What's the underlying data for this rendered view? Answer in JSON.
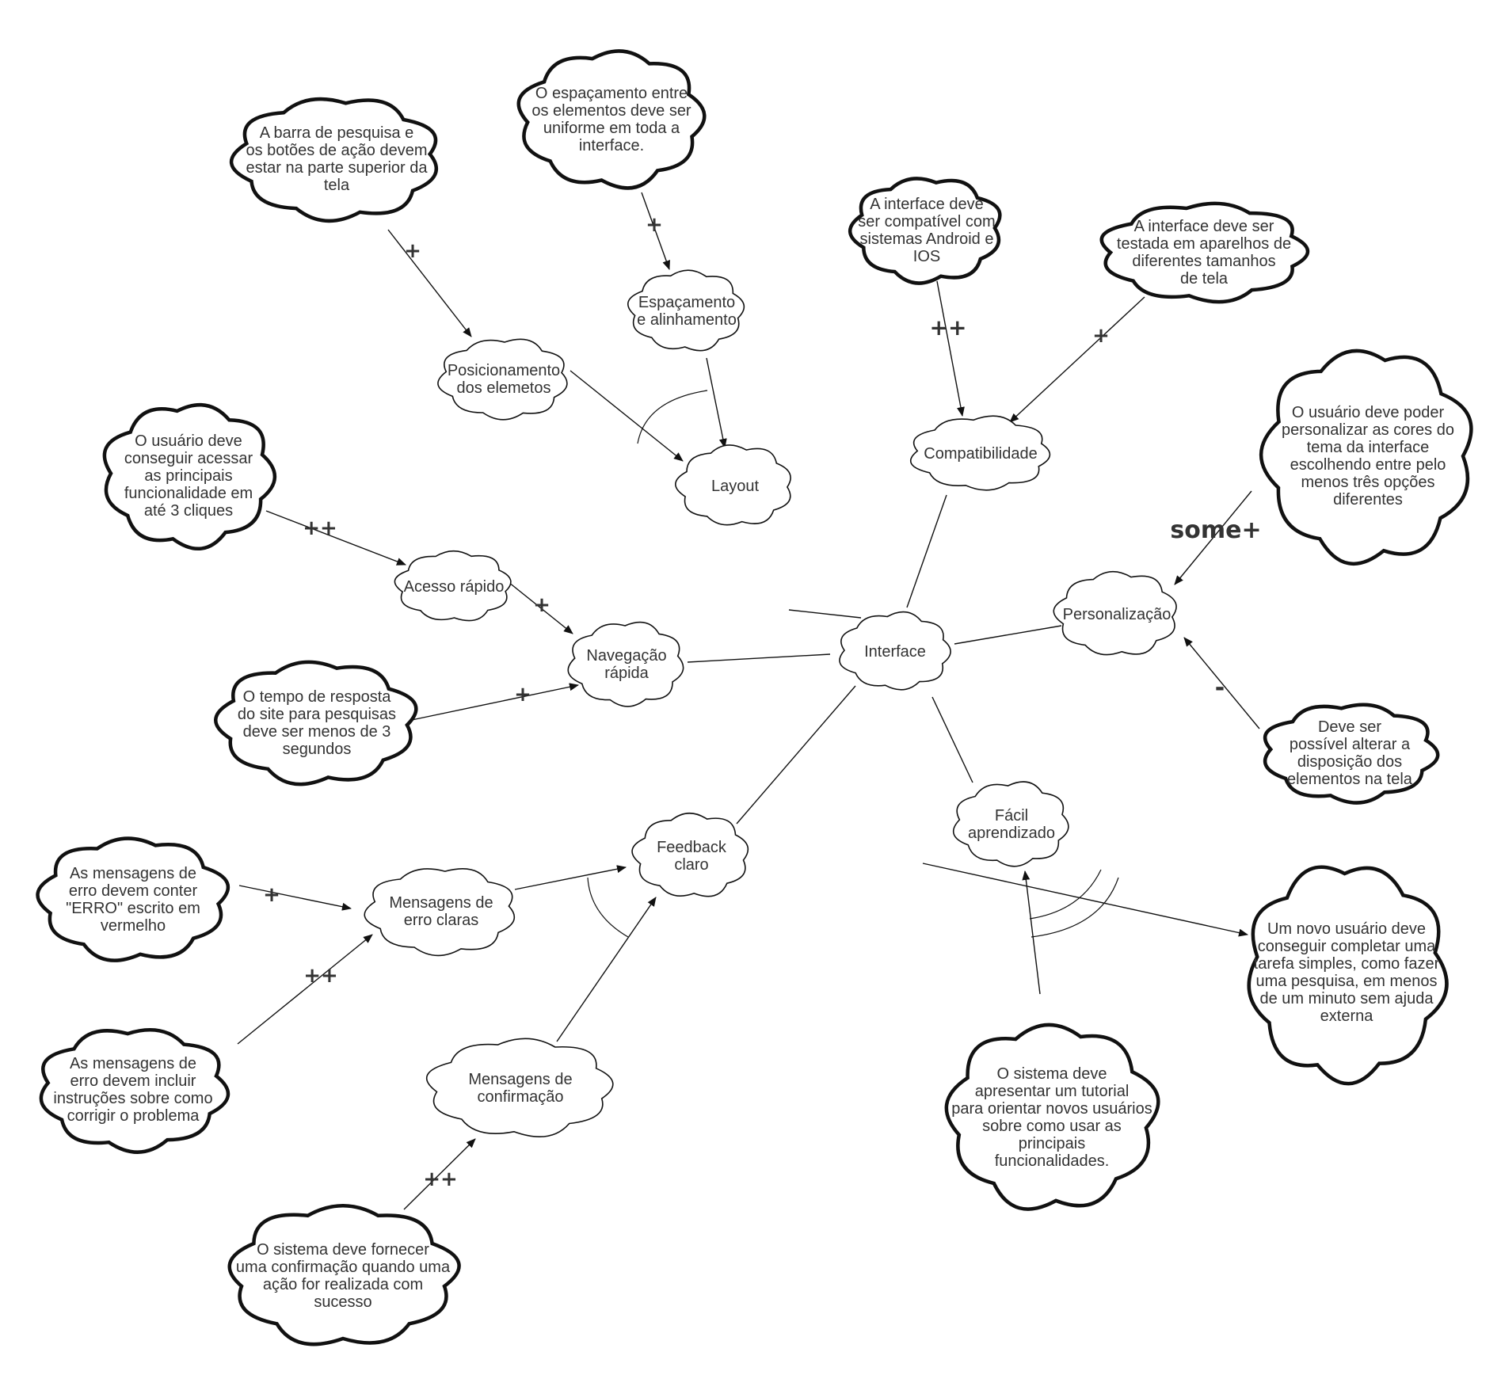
{
  "goals": {
    "interface": "Interface",
    "layout": "Layout",
    "compatibilidade": "Compatibilidade",
    "personalizacao": "Personalização",
    "facil_aprendizado": [
      "Fácil",
      "aprendizado"
    ],
    "feedback_claro": [
      "Feedback",
      "claro"
    ],
    "navegacao_rapida": [
      "Navegação",
      "rápida"
    ],
    "acesso_rapido": "Acesso rápido",
    "posicionamento": [
      "Posicionamento",
      "dos elemetos"
    ],
    "espacamento": [
      "Espaçamento",
      "e alinhamento"
    ],
    "mensagens_erro": [
      "Mensagens de",
      "erro claras"
    ],
    "mensagens_confirmacao": [
      "Mensagens de",
      "confirmação"
    ]
  },
  "requirements": {
    "barra_pesquisa": [
      "A barra de pesquisa e",
      "os botões de ação devem",
      "estar na parte superior da",
      "tela"
    ],
    "espacamento_uniforme": [
      "O espaçamento entre",
      "os elementos deve ser",
      "uniforme em toda a",
      "interface."
    ],
    "android_ios": [
      "A interface deve",
      "ser compatível com",
      "sistemas Android e",
      "IOS"
    ],
    "tamanhos_tela": [
      "A interface deve ser",
      "testada em aparelhos de",
      "diferentes tamanhos",
      "de tela"
    ],
    "cores_tema": [
      "O usuário deve poder",
      "personalizar as cores do",
      "tema da interface",
      "escolhendo entre pelo",
      "menos três opções",
      "diferentes"
    ],
    "tres_cliques": [
      "O usuário deve",
      "conseguir acessar",
      "as principais",
      "funcionalidade em",
      "até 3 cliques"
    ],
    "tempo_resposta": [
      "O tempo de resposta",
      "do site para pesquisas",
      "deve ser menos de 3",
      "segundos"
    ],
    "disposicao": [
      "Deve ser",
      "possível alterar a",
      "disposição dos",
      "elementos na tela"
    ],
    "erro_vermelho": [
      "As mensagens de",
      "erro devem  conter",
      "\"ERRO\" escrito em",
      "vermelho"
    ],
    "erro_instrucoes": [
      "As mensagens de",
      "erro devem incluir",
      "instruções sobre como",
      "corrigir o problema"
    ],
    "tutorial": [
      "O sistema deve",
      "apresentar um tutorial",
      "para orientar novos usuários",
      "sobre como usar as",
      "principais",
      "funcionalidades."
    ],
    "novo_usuario": [
      "Um novo usuário deve",
      "conseguir completar uma",
      "tarefa simples, como fazer",
      "uma pesquisa, em menos",
      "de um minuto sem ajuda",
      "externa"
    ],
    "confirmacao_sucesso": [
      "O sistema deve fornecer",
      "uma confirmação quando uma",
      "ação for realizada com",
      "sucesso"
    ]
  },
  "contributions": {
    "barra_pesquisa": "+",
    "espacamento_uniforme": "+",
    "android_ios": "++",
    "tamanhos_tela": "+",
    "cores_tema": "some+",
    "tres_cliques": "++",
    "acesso_rapido": "+",
    "tempo_resposta": "+",
    "disposicao": "-",
    "erro_vermelho": "+",
    "erro_instrucoes": "++",
    "confirmacao_sucesso": "++"
  }
}
